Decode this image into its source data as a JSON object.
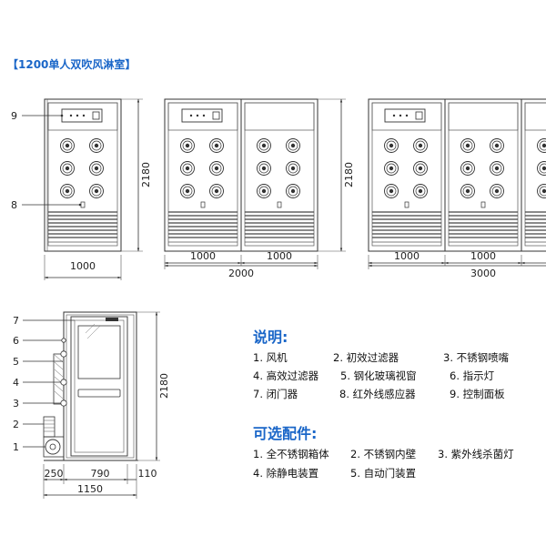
{
  "title": "【1200单人双吹风淋室】",
  "callouts": {
    "c9": "9",
    "c8": "8",
    "c7": "7",
    "c6": "6",
    "c5": "5",
    "c4": "4",
    "c3": "3",
    "c2": "2",
    "c1": "1"
  },
  "dimensions": {
    "w_single": "1000",
    "w_double_a": "1000",
    "w_double_b": "1000",
    "w_double_total": "2000",
    "w_triple_a": "1000",
    "w_triple_b": "1000",
    "w_triple_total": "3000",
    "height_front_1": "2180",
    "height_front_2": "2180",
    "height_side": "2180",
    "side_a": "250",
    "side_b": "790",
    "side_c": "110",
    "side_total": "1150"
  },
  "description": {
    "heading": "说明:",
    "items": [
      "1. 风机",
      "2. 初效过滤器",
      "3. 不锈钢喷嘴",
      "4. 高效过滤器",
      "5. 钢化玻璃视窗",
      "6. 指示灯",
      "7. 闭门器",
      "8. 红外线感应器",
      "9. 控制面板"
    ]
  },
  "options": {
    "heading": "可选配件:",
    "items": [
      "1. 全不锈钢箱体",
      "2. 不锈钢内壁",
      "3. 紫外线杀菌灯",
      "4. 除静电装置",
      "5. 自动门装置"
    ]
  }
}
